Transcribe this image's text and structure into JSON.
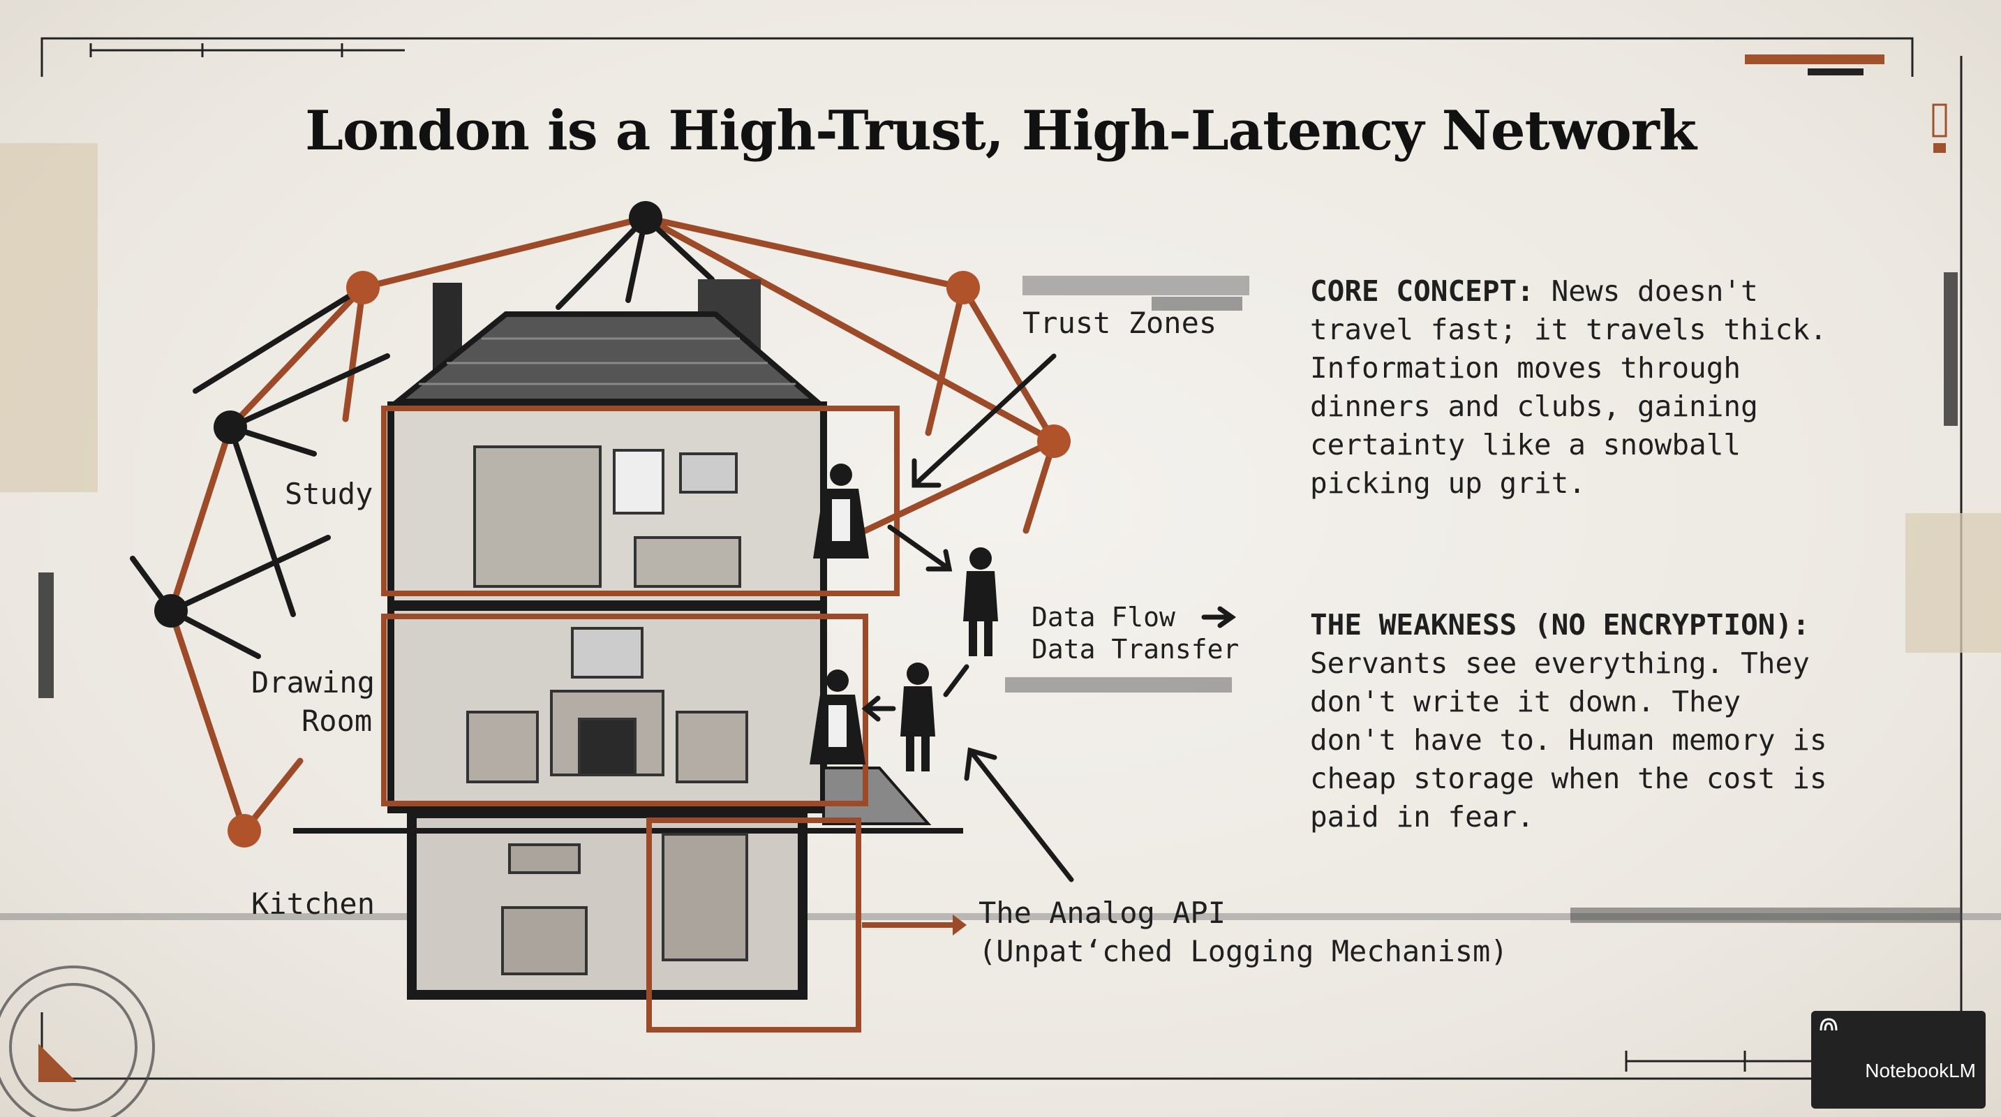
{
  "title": "London is a High-Trust, High-Latency Network",
  "house_labels": {
    "study": "Study",
    "drawing_room_line1": "Drawing",
    "drawing_room_line2": "Room",
    "kitchen": "Kitchen"
  },
  "annotations": {
    "trust_zones": "Trust Zones",
    "data_flow": "Data Flow",
    "data_transfer": "Data Transfer",
    "analog_api_line1": "The Analog API",
    "analog_api_line2": "(Unpat‘ched Logging Mechanism)"
  },
  "core_concept": {
    "heading": "CORE CONCEPT:",
    "lines": [
      "News doesn't",
      "travel fast; it travels thick.",
      "Information moves through",
      "dinners and clubs, gaining",
      "certainty like a snowball",
      "picking up grit."
    ]
  },
  "weakness": {
    "heading": "THE WEAKNESS (NO ENCRYPTION):",
    "lines": [
      "Servants see everything. They",
      "don't write it down. They",
      "don't have to. Human memory is",
      "cheap storage when the cost is",
      "paid in fear."
    ]
  },
  "brand": "NotebookLM",
  "colors": {
    "accent_rust": "#b0532b",
    "ink": "#1a1a1a",
    "paper": "#efece6"
  }
}
